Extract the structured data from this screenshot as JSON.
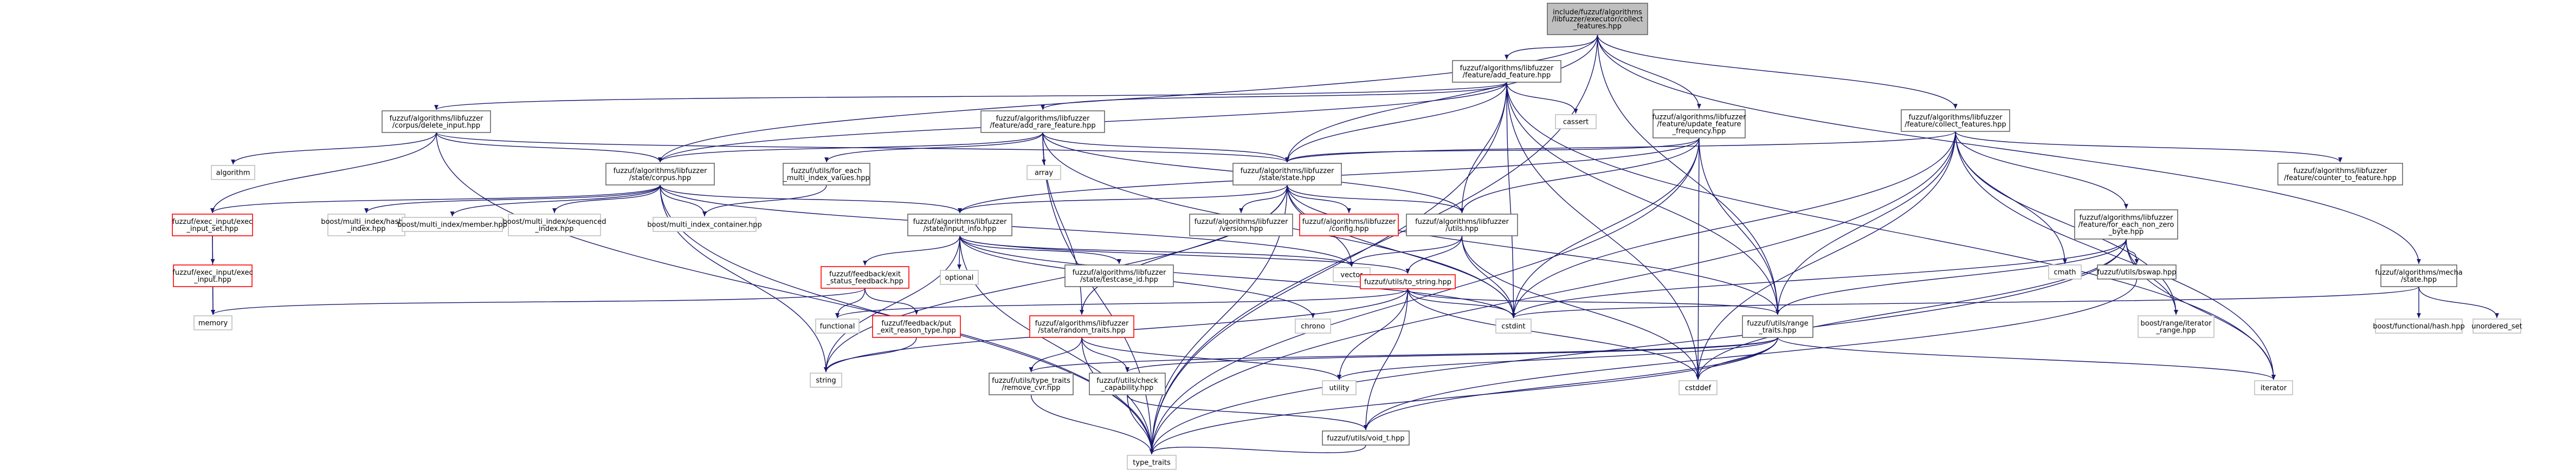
{
  "diagram": {
    "type": "include-dependency-graph",
    "colors": {
      "edge": "#191970",
      "node_border": "#666666",
      "missing_border": "#bfbfbf",
      "undocumented_border": "#ff0000",
      "root_fill": "#bfbfbf"
    },
    "nodes": [
      {
        "id": "root",
        "label": [
          "include/fuzzuf/algorithms",
          "/libfuzzer/executor/collect",
          "_features.hpp"
        ],
        "style": "root"
      },
      {
        "id": "add_feature",
        "label": [
          "fuzzuf/algorithms/libfuzzer",
          "/feature/add_feature.hpp"
        ],
        "style": "normal"
      },
      {
        "id": "update_feature_freq",
        "label": [
          "fuzzuf/algorithms/libfuzzer",
          "/feature/update_feature",
          "_frequency.hpp"
        ],
        "style": "normal"
      },
      {
        "id": "collect_features",
        "label": [
          "fuzzuf/algorithms/libfuzzer",
          "/feature/collect_features.hpp"
        ],
        "style": "normal"
      },
      {
        "id": "delete_input",
        "label": [
          "fuzzuf/algorithms/libfuzzer",
          "/corpus/delete_input.hpp"
        ],
        "style": "normal"
      },
      {
        "id": "add_rare_feature",
        "label": [
          "fuzzuf/algorithms/libfuzzer",
          "/feature/add_rare_feature.hpp"
        ],
        "style": "normal"
      },
      {
        "id": "cassert",
        "label": [
          "cassert"
        ],
        "style": "gray"
      },
      {
        "id": "algorithm",
        "label": [
          "algorithm"
        ],
        "style": "gray"
      },
      {
        "id": "array",
        "label": [
          "array"
        ],
        "style": "gray"
      },
      {
        "id": "state_corpus",
        "label": [
          "fuzzuf/algorithms/libfuzzer",
          "/state/corpus.hpp"
        ],
        "style": "normal"
      },
      {
        "id": "for_each_multi",
        "label": [
          "fuzzuf/utils/for_each",
          "_multi_index_values.hpp"
        ],
        "style": "normal"
      },
      {
        "id": "state_state",
        "label": [
          "fuzzuf/algorithms/libfuzzer",
          "/state/state.hpp"
        ],
        "style": "normal"
      },
      {
        "id": "counter_to_feature",
        "label": [
          "fuzzuf/algorithms/libfuzzer",
          "/feature/counter_to_feature.hpp"
        ],
        "style": "normal"
      },
      {
        "id": "exec_input_set",
        "label": [
          "fuzzuf/exec_input/exec",
          "_input_set.hpp"
        ],
        "style": "red"
      },
      {
        "id": "bmi_hashed",
        "label": [
          "boost/multi_index/hashed",
          "_index.hpp"
        ],
        "style": "gray"
      },
      {
        "id": "bmi_member",
        "label": [
          "boost/multi_index/member.hpp"
        ],
        "style": "gray"
      },
      {
        "id": "bmi_sequenced",
        "label": [
          "boost/multi_index/sequenced",
          "_index.hpp"
        ],
        "style": "gray"
      },
      {
        "id": "bmi_container",
        "label": [
          "boost/multi_index_container.hpp"
        ],
        "style": "gray"
      },
      {
        "id": "input_info",
        "label": [
          "fuzzuf/algorithms/libfuzzer",
          "/state/input_info.hpp"
        ],
        "style": "normal"
      },
      {
        "id": "version",
        "label": [
          "fuzzuf/algorithms/libfuzzer",
          "/version.hpp"
        ],
        "style": "normal"
      },
      {
        "id": "config",
        "label": [
          "fuzzuf/algorithms/libfuzzer",
          "/config.hpp"
        ],
        "style": "red"
      },
      {
        "id": "libfuzzer_utils",
        "label": [
          "fuzzuf/algorithms/libfuzzer",
          "/utils.hpp"
        ],
        "style": "normal"
      },
      {
        "id": "for_each_non_zero",
        "label": [
          "fuzzuf/algorithms/libfuzzer",
          "/feature/for_each_non_zero",
          "_byte.hpp"
        ],
        "style": "normal"
      },
      {
        "id": "exec_input",
        "label": [
          "fuzzuf/exec_input/exec",
          "_input.hpp"
        ],
        "style": "red"
      },
      {
        "id": "optional",
        "label": [
          "optional"
        ],
        "style": "gray"
      },
      {
        "id": "testcase_id",
        "label": [
          "fuzzuf/algorithms/libfuzzer",
          "/state/testcase_id.hpp"
        ],
        "style": "normal"
      },
      {
        "id": "vector",
        "label": [
          "vector"
        ],
        "style": "gray"
      },
      {
        "id": "cmath",
        "label": [
          "cmath"
        ],
        "style": "gray"
      },
      {
        "id": "bswap",
        "label": [
          "fuzzuf/utils/bswap.hpp"
        ],
        "style": "normal"
      },
      {
        "id": "mecha_state",
        "label": [
          "fuzzuf/algorithms/mecha",
          "/state.hpp"
        ],
        "style": "normal"
      },
      {
        "id": "exit_status_feedback",
        "label": [
          "fuzzuf/feedback/exit",
          "_status_feedback.hpp"
        ],
        "style": "red"
      },
      {
        "id": "to_string",
        "label": [
          "fuzzuf/utils/to_string.hpp"
        ],
        "style": "red"
      },
      {
        "id": "memory",
        "label": [
          "memory"
        ],
        "style": "gray"
      },
      {
        "id": "functional",
        "label": [
          "functional"
        ],
        "style": "gray"
      },
      {
        "id": "exit_reason_type",
        "label": [
          "fuzzuf/feedback/put",
          "_exit_reason_type.hpp"
        ],
        "style": "red"
      },
      {
        "id": "random_traits",
        "label": [
          "fuzzuf/algorithms/libfuzzer",
          "/state/random_traits.hpp"
        ],
        "style": "red"
      },
      {
        "id": "chrono",
        "label": [
          "chrono"
        ],
        "style": "gray"
      },
      {
        "id": "cstdint",
        "label": [
          "cstdint"
        ],
        "style": "gray"
      },
      {
        "id": "range_traits",
        "label": [
          "fuzzuf/utils/range",
          "_traits.hpp"
        ],
        "style": "normal"
      },
      {
        "id": "boost_iterator_range",
        "label": [
          "boost/range/iterator",
          "_range.hpp"
        ],
        "style": "gray"
      },
      {
        "id": "boost_hash",
        "label": [
          "boost/functional/hash.hpp"
        ],
        "style": "gray"
      },
      {
        "id": "unordered_set",
        "label": [
          "unordered_set"
        ],
        "style": "gray"
      },
      {
        "id": "string",
        "label": [
          "string"
        ],
        "style": "gray"
      },
      {
        "id": "remove_cvr",
        "label": [
          "fuzzuf/utils/type_traits",
          "/remove_cvr.hpp"
        ],
        "style": "normal"
      },
      {
        "id": "check_capability",
        "label": [
          "fuzzuf/utils/check",
          "_capability.hpp"
        ],
        "style": "normal"
      },
      {
        "id": "utility",
        "label": [
          "utility"
        ],
        "style": "gray"
      },
      {
        "id": "cstddef",
        "label": [
          "cstddef"
        ],
        "style": "gray"
      },
      {
        "id": "iterator",
        "label": [
          "iterator"
        ],
        "style": "gray"
      },
      {
        "id": "void_t",
        "label": [
          "fuzzuf/utils/void_t.hpp"
        ],
        "style": "normal"
      },
      {
        "id": "type_traits",
        "label": [
          "type_traits"
        ],
        "style": "gray"
      }
    ]
  }
}
